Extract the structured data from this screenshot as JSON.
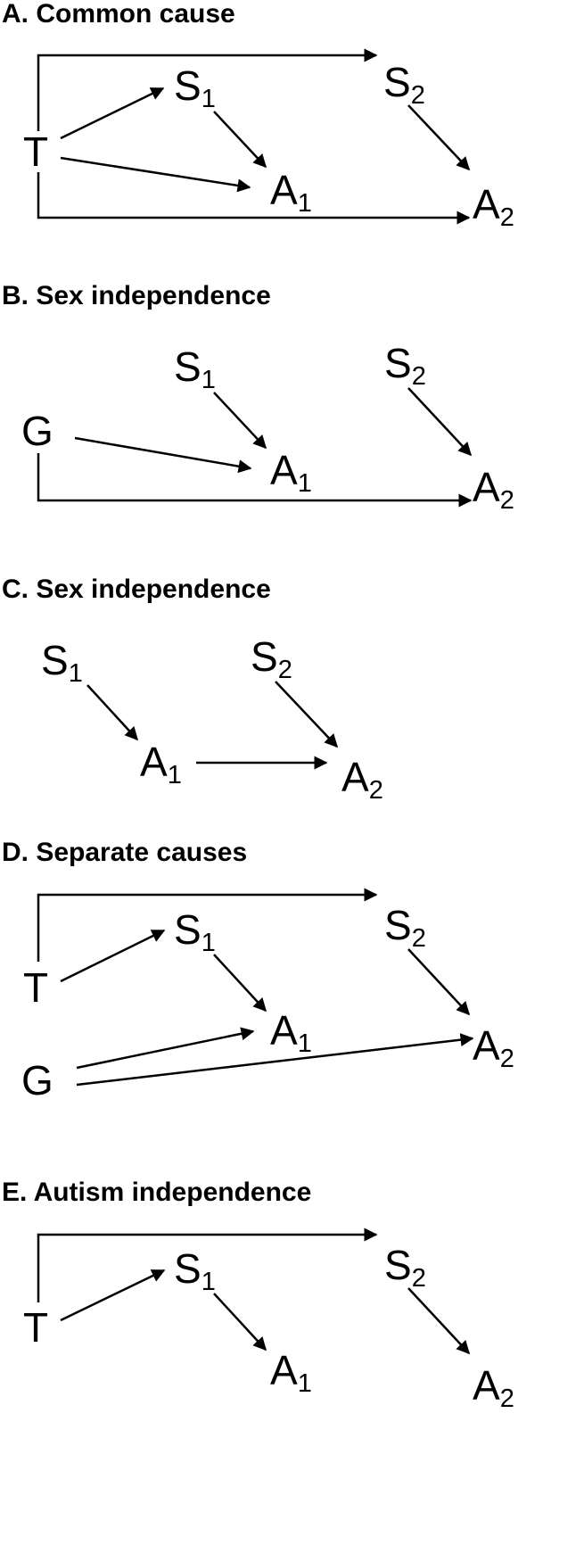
{
  "panels": [
    {
      "title": "A. Common cause",
      "nodes": {
        "T": {
          "base": "T",
          "sub": ""
        },
        "S1": {
          "base": "S",
          "sub": "1"
        },
        "S2": {
          "base": "S",
          "sub": "2"
        },
        "A1": {
          "base": "A",
          "sub": "1"
        },
        "A2": {
          "base": "A",
          "sub": "2"
        }
      },
      "edges": [
        {
          "from": "T",
          "to": "S1"
        },
        {
          "from": "T",
          "to": "A1"
        },
        {
          "from": "S1",
          "to": "A1"
        },
        {
          "from": "S2",
          "to": "A2"
        },
        {
          "from": "T",
          "to": "S2"
        },
        {
          "from": "T",
          "to": "A2"
        }
      ]
    },
    {
      "title": "B. Sex independence",
      "nodes": {
        "G": {
          "base": "G",
          "sub": ""
        },
        "S1": {
          "base": "S",
          "sub": "1"
        },
        "S2": {
          "base": "S",
          "sub": "2"
        },
        "A1": {
          "base": "A",
          "sub": "1"
        },
        "A2": {
          "base": "A",
          "sub": "2"
        }
      },
      "edges": [
        {
          "from": "G",
          "to": "A1"
        },
        {
          "from": "S1",
          "to": "A1"
        },
        {
          "from": "S2",
          "to": "A2"
        },
        {
          "from": "G",
          "to": "A2"
        }
      ]
    },
    {
      "title": "C. Sex independence",
      "nodes": {
        "S1": {
          "base": "S",
          "sub": "1"
        },
        "S2": {
          "base": "S",
          "sub": "2"
        },
        "A1": {
          "base": "A",
          "sub": "1"
        },
        "A2": {
          "base": "A",
          "sub": "2"
        }
      },
      "edges": [
        {
          "from": "S1",
          "to": "A1"
        },
        {
          "from": "A1",
          "to": "A2"
        },
        {
          "from": "S2",
          "to": "A2"
        }
      ]
    },
    {
      "title": "D. Separate causes",
      "nodes": {
        "T": {
          "base": "T",
          "sub": ""
        },
        "G": {
          "base": "G",
          "sub": ""
        },
        "S1": {
          "base": "S",
          "sub": "1"
        },
        "S2": {
          "base": "S",
          "sub": "2"
        },
        "A1": {
          "base": "A",
          "sub": "1"
        },
        "A2": {
          "base": "A",
          "sub": "2"
        }
      },
      "edges": [
        {
          "from": "T",
          "to": "S2"
        },
        {
          "from": "T",
          "to": "S1"
        },
        {
          "from": "S1",
          "to": "A1"
        },
        {
          "from": "S2",
          "to": "A2"
        },
        {
          "from": "G",
          "to": "A1"
        },
        {
          "from": "G",
          "to": "A2"
        }
      ]
    },
    {
      "title": "E. Autism independence",
      "nodes": {
        "T": {
          "base": "T",
          "sub": ""
        },
        "S1": {
          "base": "S",
          "sub": "1"
        },
        "S2": {
          "base": "S",
          "sub": "2"
        },
        "A1": {
          "base": "A",
          "sub": "1"
        },
        "A2": {
          "base": "A",
          "sub": "2"
        }
      },
      "edges": [
        {
          "from": "T",
          "to": "S2"
        },
        {
          "from": "T",
          "to": "S1"
        },
        {
          "from": "S1",
          "to": "A1"
        },
        {
          "from": "S2",
          "to": "A2"
        }
      ]
    }
  ]
}
